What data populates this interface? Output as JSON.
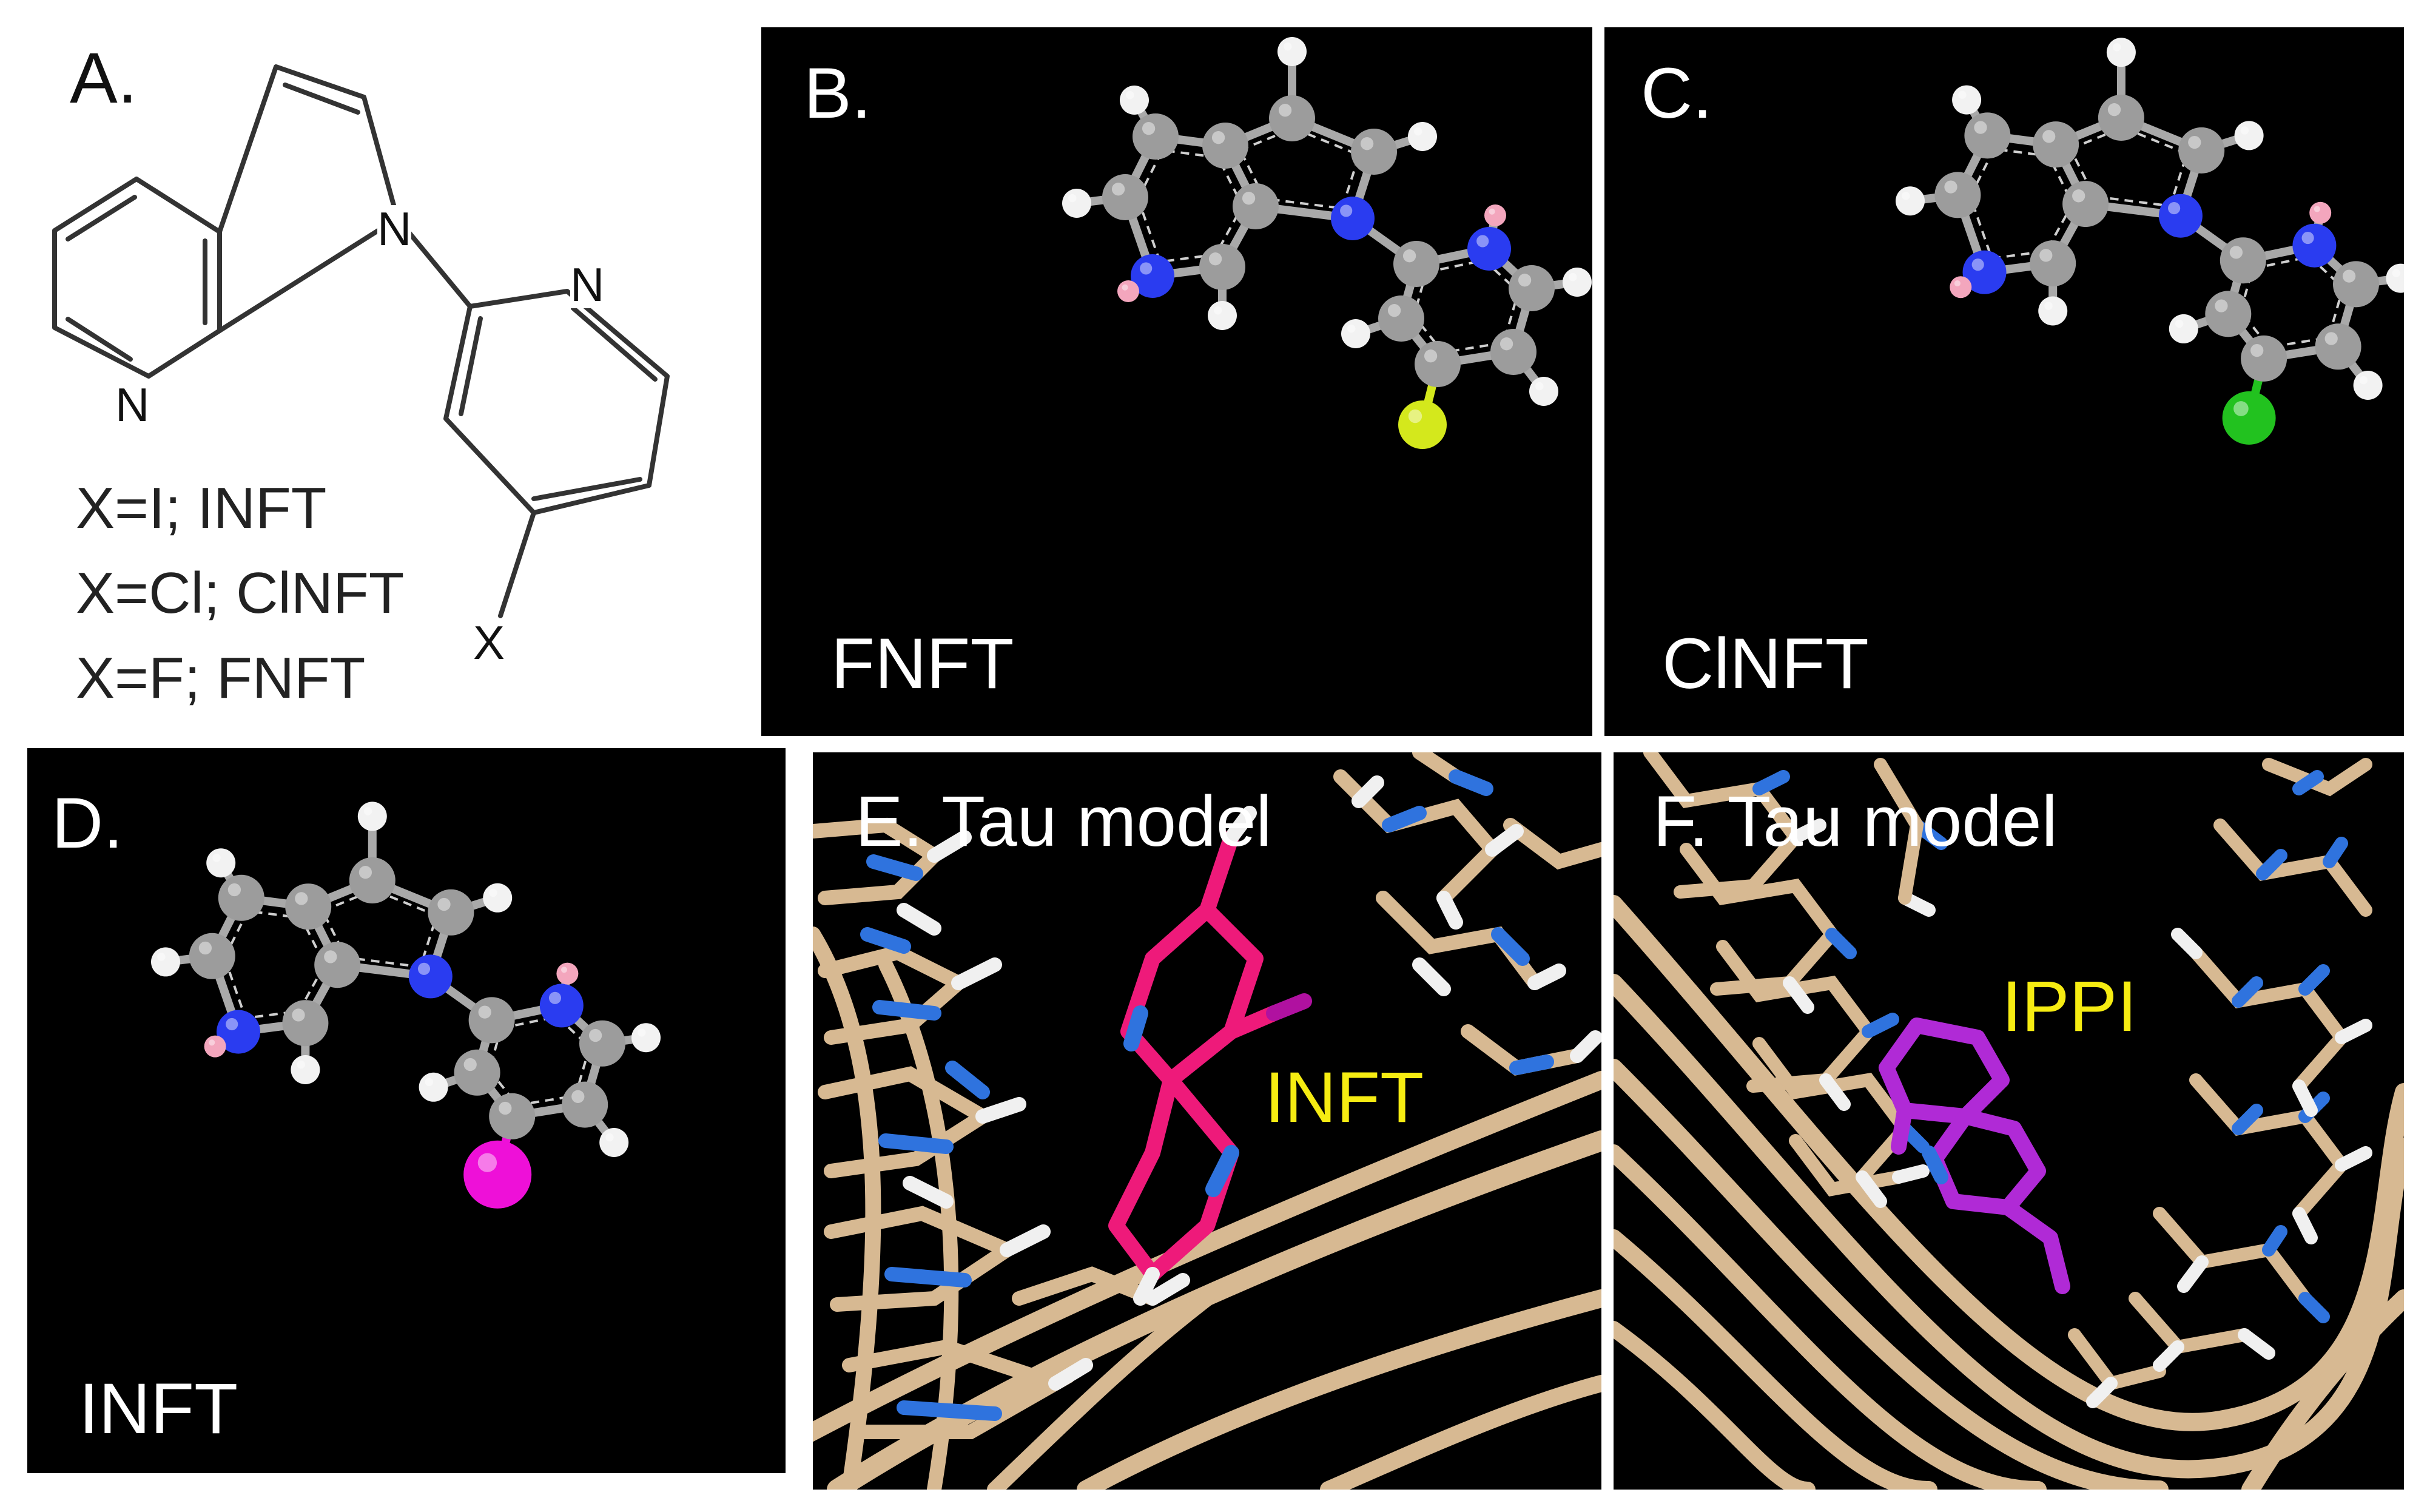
{
  "panels": {
    "a": {
      "letter": "A.",
      "atoms": {
        "n_pyrrole": "N",
        "n_pyridine_left": "N",
        "n_pyridine_right": "N",
        "substituent": "X"
      },
      "legend": [
        "X=I; INFT",
        "X=Cl; ClNFT",
        "X=F; FNFT"
      ]
    },
    "b": {
      "letter": "B.",
      "name": "FNFT",
      "halogen_color": "#d4e81c"
    },
    "c": {
      "letter": "C.",
      "name": "ClNFT",
      "halogen_color": "#22c21f"
    },
    "d": {
      "letter": "D.",
      "name": "INFT",
      "halogen_color": "#ee10d8"
    },
    "e": {
      "title": "E. Tau model",
      "ligand": "INFT",
      "ligand_color": "#ee1a7a"
    },
    "f": {
      "title": "F. Tau model",
      "ligand": "IPPI",
      "ligand_color": "#b02ad6"
    }
  },
  "colors": {
    "carbon": "#9c9c9c",
    "hydrogen": "#f2f2f2",
    "nitrogen": "#2a3cf0",
    "h_on_n": "#f3a6bd",
    "protein": "#d7b992",
    "protein_n": "#2f73de",
    "label_yellow": "#f6ec12",
    "panel_bg": "#000000"
  }
}
